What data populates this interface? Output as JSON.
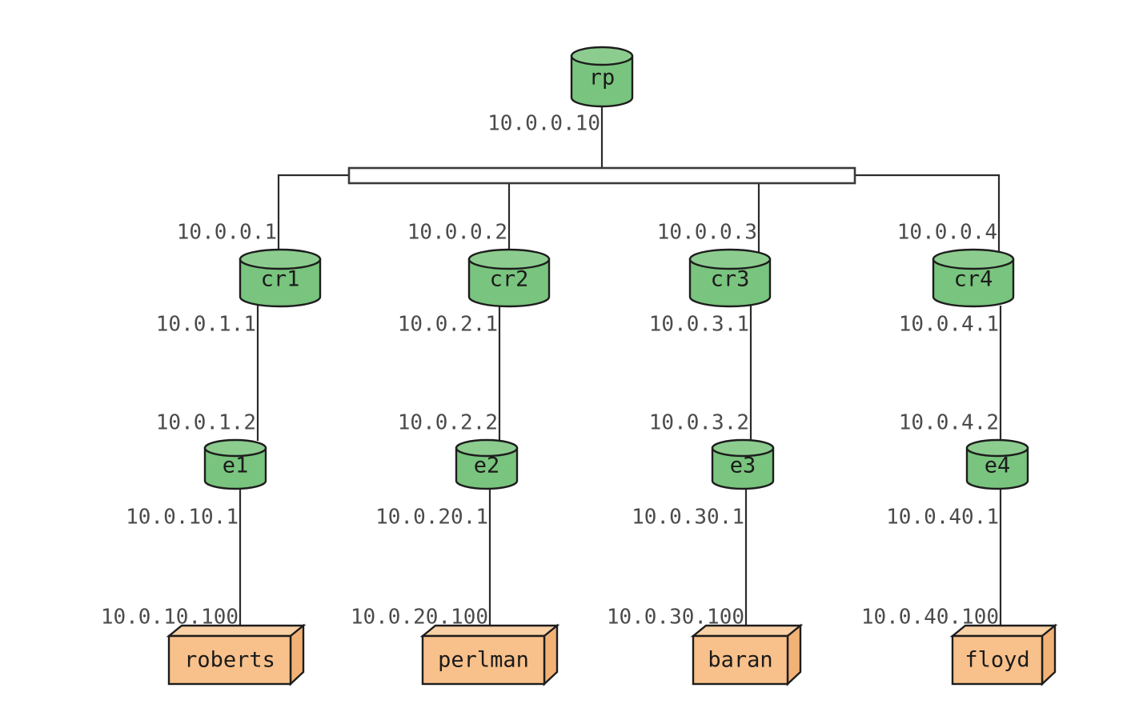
{
  "diagram": {
    "title": "network-topology",
    "background": "#ffffff",
    "colors": {
      "router_fill": "#79c47e",
      "router_top_fill": "#8ccd8f",
      "host_fill": "#f8c08a",
      "host_top_fill": "#fad0a5",
      "host_side_fill": "#f2b276",
      "stroke": "#1d1d1d",
      "edge_stroke": "#2b2b2b",
      "bus_fill": "#ffffff",
      "label_color": "#4b4b4b",
      "node_text_color": "#1b1b1b"
    },
    "nodes": {
      "root": {
        "label": "rp",
        "shape": "cylinder"
      },
      "bus": {
        "label": "",
        "shape": "bus-bar"
      },
      "core_routers": [
        {
          "label": "cr1",
          "shape": "cylinder"
        },
        {
          "label": "cr2",
          "shape": "cylinder"
        },
        {
          "label": "cr3",
          "shape": "cylinder"
        },
        {
          "label": "cr4",
          "shape": "cylinder"
        }
      ],
      "edge_routers": [
        {
          "label": "e1",
          "shape": "cylinder"
        },
        {
          "label": "e2",
          "shape": "cylinder"
        },
        {
          "label": "e3",
          "shape": "cylinder"
        },
        {
          "label": "e4",
          "shape": "cylinder"
        }
      ],
      "hosts": [
        {
          "label": "roberts",
          "shape": "box3d"
        },
        {
          "label": "perlman",
          "shape": "box3d"
        },
        {
          "label": "baran",
          "shape": "box3d"
        },
        {
          "label": "floyd",
          "shape": "box3d"
        }
      ]
    },
    "edge_labels": {
      "root_to_bus": "10.0.0.10",
      "bus_to_core": [
        "10.0.0.1",
        "10.0.0.2",
        "10.0.0.3",
        "10.0.0.4"
      ],
      "core_downlink": [
        "10.0.1.1",
        "10.0.2.1",
        "10.0.3.1",
        "10.0.4.1"
      ],
      "edge_uplink": [
        "10.0.1.2",
        "10.0.2.2",
        "10.0.3.2",
        "10.0.4.2"
      ],
      "edge_downlink": [
        "10.0.10.1",
        "10.0.20.1",
        "10.0.30.1",
        "10.0.40.1"
      ],
      "host_uplink": [
        "10.0.10.100",
        "10.0.20.100",
        "10.0.30.100",
        "10.0.40.100"
      ]
    }
  }
}
